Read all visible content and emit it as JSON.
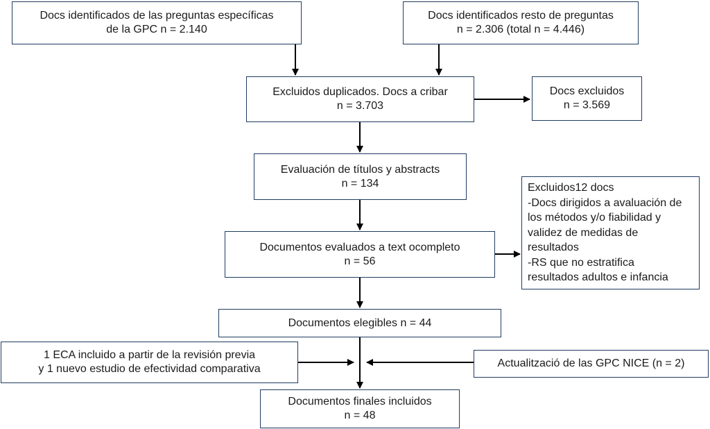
{
  "boxes": {
    "identified_specific": [
      "Docs identificados de las preguntas específicas",
      "de la GPC n = 2.140"
    ],
    "identified_rest": [
      "Docs identificados resto de preguntas",
      "n = 2.306 (total n = 4.446)"
    ],
    "duplicates_removed": [
      "Excluidos duplicados. Docs a cribar",
      "n = 3.703"
    ],
    "docs_excluded": [
      "Docs excluidos",
      "n = 3.569"
    ],
    "titles_abstracts": [
      "Evaluación de títulos y abstracts",
      "n = 134"
    ],
    "excluded_12": [
      "Excluidos12 docs",
      "-Docs dirigidos a avaluación de",
      "los métodos y/o fiabilidad y",
      "validez de medidas de",
      "resultados",
      "-RS que no estratifica",
      "resultados adultos e infancia"
    ],
    "full_text": [
      "Documentos evaluados a text ocompleto",
      "n = 56"
    ],
    "eligible": [
      "Documentos elegibles n = 44"
    ],
    "eca_included": [
      "1 ECA incluido a partir de la revisión previa",
      "y 1 nuevo estudio de efectividad comparativa"
    ],
    "nice_update": [
      "Actualització de las GPC NICE (n = 2)"
    ],
    "final": [
      "Documentos finales incluidos",
      "n = 48"
    ]
  }
}
